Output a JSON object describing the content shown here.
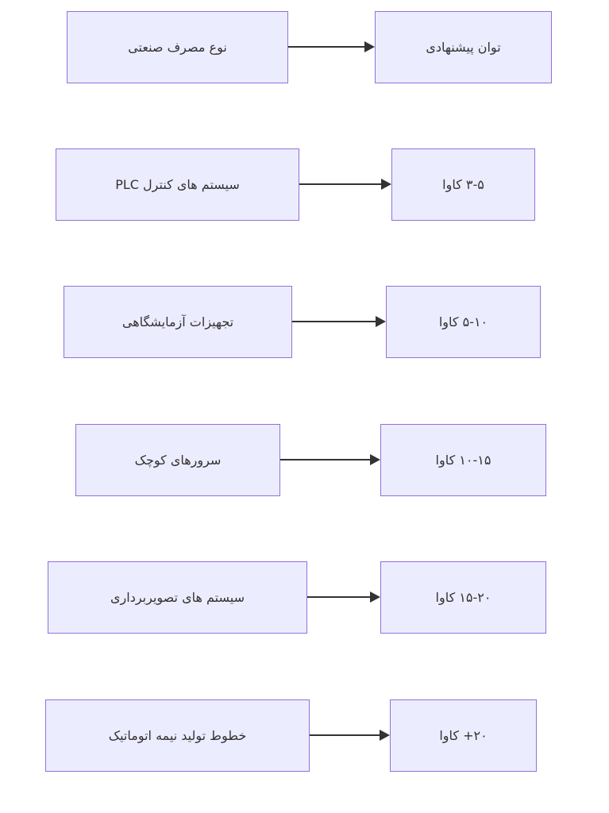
{
  "diagram": {
    "type": "flowchart",
    "direction": "LR",
    "colors": {
      "node_fill": "#ececff",
      "node_border": "#9370db",
      "edge": "#333333",
      "text": "#333333"
    },
    "rows": [
      {
        "source": "نوع مصرف صنعتی",
        "target": "توان پیشنهادی"
      },
      {
        "source": "سیستم های کنترل PLC",
        "target": "۳-۵ کاوا"
      },
      {
        "source": "تجهیزات آزمایشگاهی",
        "target": "۵-۱۰ کاوا"
      },
      {
        "source": "سرورهای کوچک",
        "target": "۱۰-۱۵ کاوا"
      },
      {
        "source": "سیستم های تصویربرداری",
        "target": "۱۵-۲۰ کاوا"
      },
      {
        "source": "خطوط تولید نیمه اتوماتیک",
        "target": "۲۰+ کاوا"
      }
    ]
  }
}
